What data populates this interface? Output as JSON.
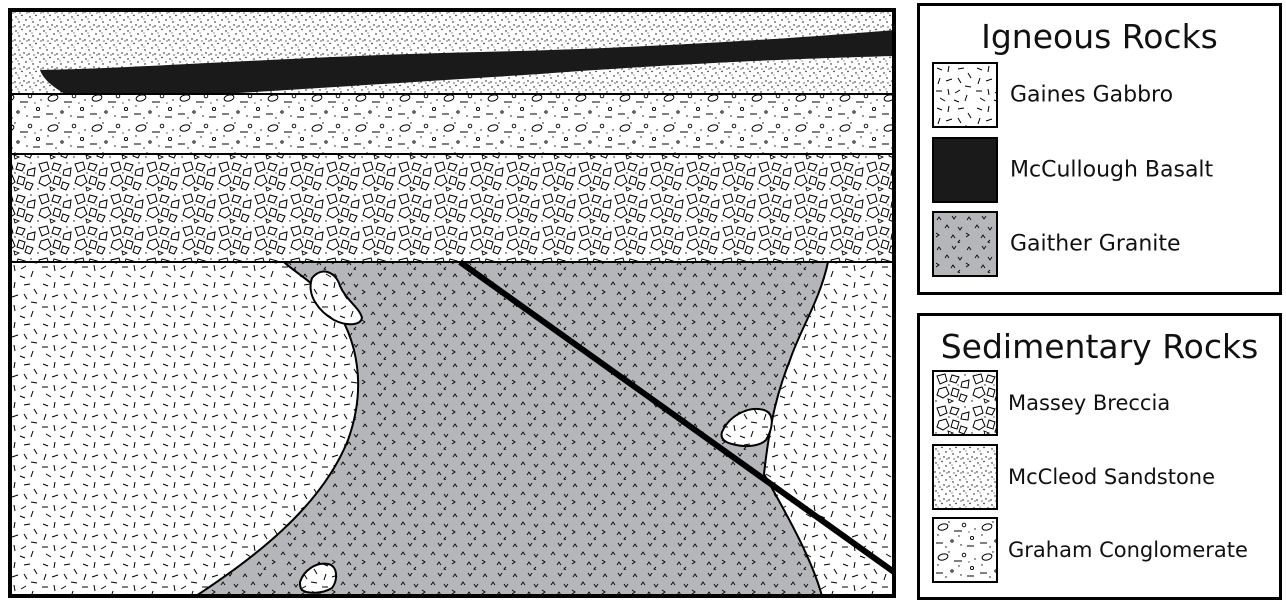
{
  "legends": {
    "igneous": {
      "title": "Igneous Rocks",
      "items": [
        {
          "label": "Gaines Gabbro",
          "pattern": "gabbro"
        },
        {
          "label": "McCullough Basalt",
          "pattern": "basalt"
        },
        {
          "label": "Gaither Granite",
          "pattern": "granite"
        }
      ]
    },
    "sedimentary": {
      "title": "Sedimentary Rocks",
      "items": [
        {
          "label": "Massey Breccia",
          "pattern": "breccia"
        },
        {
          "label": "McCleod Sandstone",
          "pattern": "sandstone"
        },
        {
          "label": "Graham Conglomerate",
          "pattern": "conglomerate"
        }
      ]
    }
  },
  "colors": {
    "outline": "#000000",
    "basalt": "#1a1a1a",
    "granite": "#b4b6ba",
    "background": "#ffffff"
  }
}
